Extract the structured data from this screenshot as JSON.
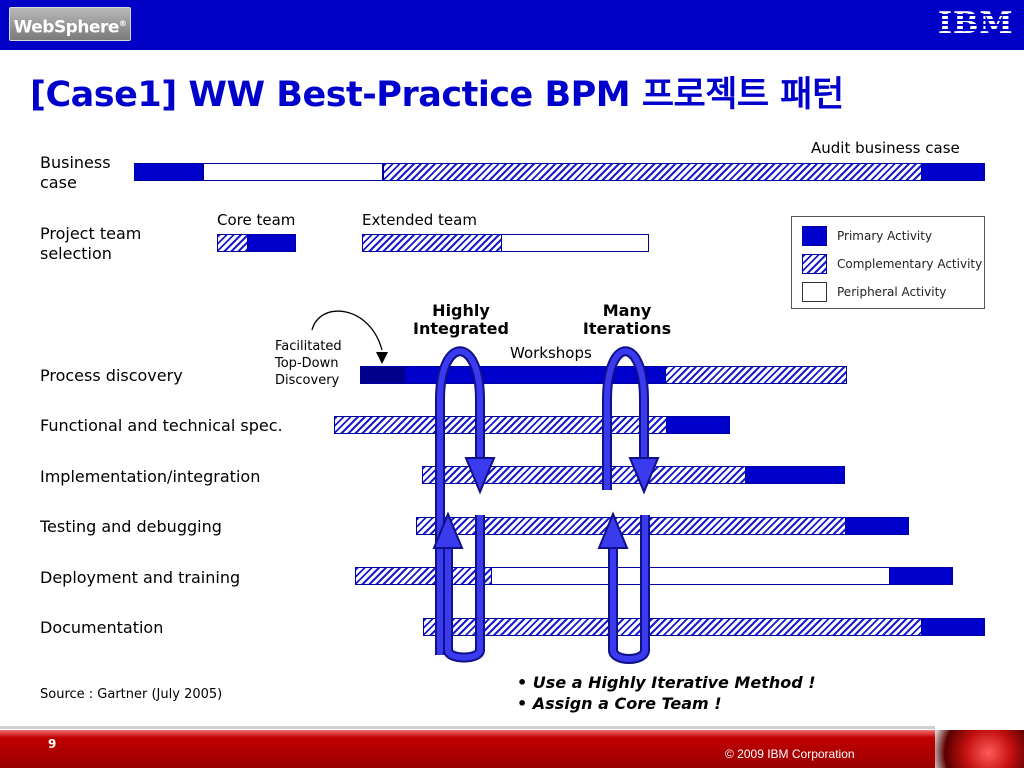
{
  "header": {
    "product_logo": "WebSphere",
    "product_logo_mark": "®",
    "company_logo": "IBM"
  },
  "title": "[Case1] WW Best-Practice BPM 프로젝트 패턴",
  "rows": [
    {
      "label": "Business case"
    },
    {
      "label": "Project team selection"
    },
    {
      "label": "Process discovery"
    },
    {
      "label": "Functional and technical spec."
    },
    {
      "label": "Implementation/integration"
    },
    {
      "label": "Testing and debugging"
    },
    {
      "label": "Deployment and training"
    },
    {
      "label": "Documentation"
    }
  ],
  "row_labels": {
    "business_case_1": "Business",
    "business_case_2": "case",
    "team_selection_1": "Project team",
    "team_selection_2": "selection"
  },
  "annotations": {
    "audit": "Audit business case",
    "core_team": "Core team",
    "extended_team": "Extended team",
    "facilitated_1": "Facilitated",
    "facilitated_2": "Top-Down",
    "facilitated_3": "Discovery",
    "highly_1": "Highly",
    "highly_2": "Integrated",
    "many_1": "Many",
    "many_2": "Iterations",
    "workshops": "Workshops"
  },
  "legend": {
    "primary": "Primary Activity",
    "complementary": "Complementary Activity",
    "peripheral": "Peripheral Activity"
  },
  "bullets": [
    "Use a Highly Iterative Method !",
    "Assign a Core Team !"
  ],
  "source": "Source : Gartner (July 2005)",
  "footer": {
    "page_number": "9",
    "copyright": "© 2009 IBM Corporation"
  },
  "colors": {
    "header_blue": "#0000c6",
    "title_blue": "#0000cc",
    "primary_bar": "#0000cc",
    "footer_red": "#c00000"
  }
}
